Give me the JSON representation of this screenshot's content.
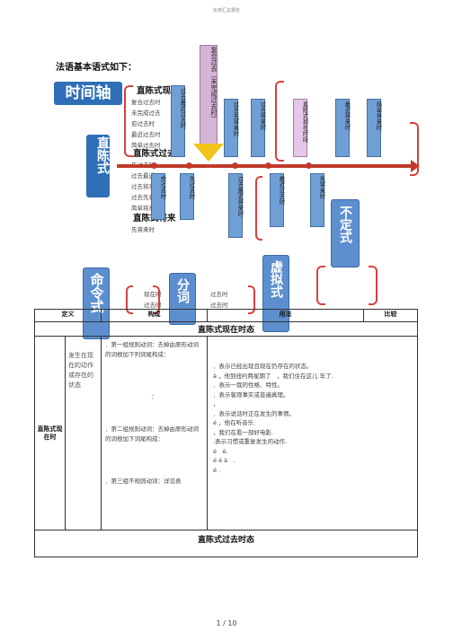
{
  "header_note": "实用汇总报告",
  "title": "法语基本语式如下：",
  "timeline_label": "时间轴",
  "indicative_label": "直陈式",
  "imperative_label": "命令式",
  "participle_label": "分词",
  "subjunctive_label": "虚拟式",
  "infinitive_label": "不定式",
  "present_section": "直陈式现在",
  "past_section": "直陈式过去",
  "future_section": "直陈式将来",
  "list_past": [
    "复合过去时",
    "未完成过去",
    "愈过去时",
    "最近过去时",
    "简单过去时"
  ],
  "list_middle": [
    "先过去时",
    "过去最近将来",
    "过去将来时",
    "过去先将来时",
    "简单将来时"
  ],
  "list_future": [
    "先将来时"
  ],
  "participle_items": [
    "现在时",
    "过去时"
  ],
  "participle_items_r": [
    "过去时",
    "过去时"
  ],
  "yellow_arrow_text": "复合过去（未完成过去时）",
  "arrows": [
    {
      "text": "过去最近过去时"
    },
    {
      "text": "过去先将来时"
    },
    {
      "text": "过去将来时"
    },
    {
      "text": "直陈式现在时段"
    },
    {
      "text": "最近将来时"
    },
    {
      "text": "简单将来时"
    },
    {
      "text": "愈过去时"
    },
    {
      "text": "先过去时"
    },
    {
      "text": "过去最近将来时"
    },
    {
      "text": "最近过去时"
    },
    {
      "text": "先将来时"
    }
  ],
  "table": {
    "headers": [
      "定义",
      "构成",
      "用法",
      "比较"
    ],
    "present_title": "直陈式现在时态",
    "left_label": "直陈式现在时",
    "definition": "发生在现在的动作或存在的状态",
    "form_1": "．第一组规则动词：去掉由原形动词的词根加下列词尾构成：",
    "form_colon": "：",
    "form_2": "．第二组规则动词：去掉由原形动词的词根加下词尾构成：",
    "form_3": "．第三组不规则动词：详见表",
    "usage_lines": [
      "．表示已经出现且现在仍存在的状态。",
      "à ，他到纽约两星期了　，我们住在这儿 年了.",
      "．表示一我的性格、特性。",
      "．表示客观事实或普遍真理。",
      "，",
      "．表示说话时正在发生的事情。",
      "é ，他在听音乐.",
      "，我们在看一部好电影.",
      ".表示习惯或重复发生的动作.",
      "é　é.",
      "é é à　.",
      "é ."
    ],
    "past_title": "直陈式过去时态"
  },
  "page_number": "1 / 10"
}
